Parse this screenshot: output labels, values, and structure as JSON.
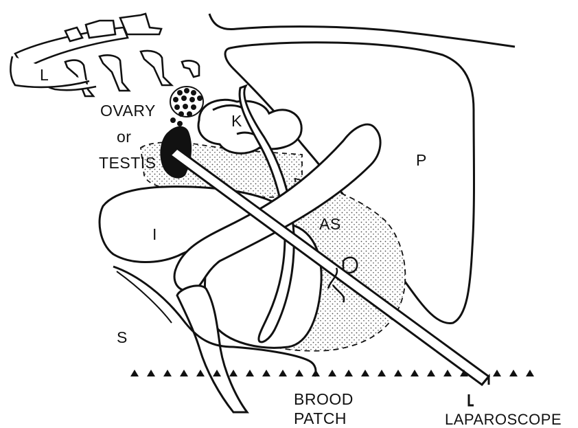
{
  "labels": {
    "l": "L",
    "k": "K",
    "p": "P",
    "i": "I",
    "as": "AS",
    "s": "S",
    "ovary": "OVARY",
    "or": "or",
    "testis": "TESTIS",
    "brood_line1": "BROOD",
    "brood_line2": "PATCH",
    "laparoscope": "LAPAROSCOPE"
  },
  "colors": {
    "ink": "#111111",
    "paper": "#ffffff",
    "stipple": "#4a4a4a"
  }
}
